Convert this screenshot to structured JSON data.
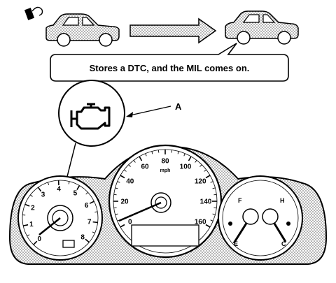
{
  "caption": "Stores a DTC, and the MIL comes on.",
  "callout_label": "A",
  "speedometer": {
    "ticks": [
      "0",
      "20",
      "40",
      "60",
      "80",
      "100",
      "120",
      "140",
      "160"
    ],
    "unit": "mph",
    "range": [
      0,
      160
    ]
  },
  "tachometer": {
    "ticks": [
      "0",
      "1",
      "2",
      "3",
      "4",
      "5",
      "6",
      "7",
      "8"
    ],
    "range": [
      0,
      8
    ]
  },
  "fuel_gauge": {
    "letters": [
      "E",
      "F"
    ]
  },
  "temp_gauge": {
    "letters": [
      "C",
      "H"
    ]
  },
  "icons": {
    "key": "ignition-key-icon",
    "car": "car-silhouette-icon",
    "arrow": "right-arrow-icon",
    "engine": "check-engine-icon"
  }
}
